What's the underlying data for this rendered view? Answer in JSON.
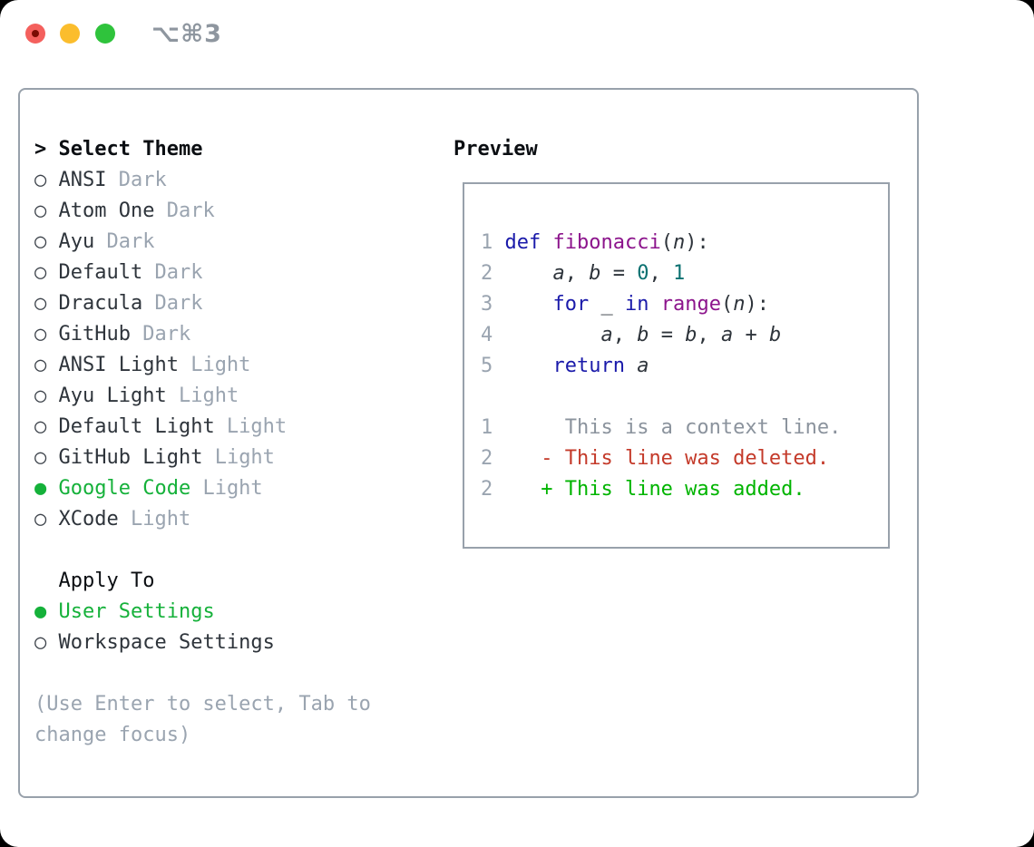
{
  "window": {
    "title": "⌥⌘3"
  },
  "colors": {
    "accent_green": "#15B13A",
    "diff_added": "#00B400",
    "diff_deleted": "#C43A2A",
    "keyword": "#1A1AAA",
    "type_name": "#8C148C",
    "literal": "#0A7070",
    "plain_text": "#2E343B",
    "header_text": "#0B0E12",
    "muted": "#9AA4B0",
    "context": "#8B939D",
    "border_gray": "#98A1AB",
    "title_gray": "#8E969F",
    "traffic_red": "#F4605D",
    "traffic_red_dot": "#7A0C03",
    "traffic_yellow": "#FBBD2D",
    "traffic_green": "#2FC33C"
  },
  "theme_selector": {
    "focus_indicator": ">",
    "header": "Select Theme",
    "items": [
      {
        "label": "ANSI",
        "variant": "Dark",
        "selected": false
      },
      {
        "label": "Atom One",
        "variant": "Dark",
        "selected": false
      },
      {
        "label": "Ayu",
        "variant": "Dark",
        "selected": false
      },
      {
        "label": "Default",
        "variant": "Dark",
        "selected": false
      },
      {
        "label": "Dracula",
        "variant": "Dark",
        "selected": false
      },
      {
        "label": "GitHub",
        "variant": "Dark",
        "selected": false
      },
      {
        "label": "ANSI Light",
        "variant": "Light",
        "selected": false
      },
      {
        "label": "Ayu Light",
        "variant": "Light",
        "selected": false
      },
      {
        "label": "Default Light",
        "variant": "Light",
        "selected": false
      },
      {
        "label": "GitHub Light",
        "variant": "Light",
        "selected": false
      },
      {
        "label": "Google Code",
        "variant": "Light",
        "selected": true
      },
      {
        "label": "XCode",
        "variant": "Light",
        "selected": false
      }
    ]
  },
  "apply_to": {
    "header": "Apply To",
    "options": [
      {
        "label": "User Settings",
        "selected": true
      },
      {
        "label": "Workspace Settings",
        "selected": false
      }
    ]
  },
  "help_lines": [
    "(Use Enter to select, Tab to",
    "change focus)"
  ],
  "preview": {
    "header": "Preview",
    "lines": [
      {
        "num": "1",
        "tokens": [
          [
            " ",
            "pln"
          ],
          [
            "def",
            "kwd"
          ],
          [
            " ",
            "pln"
          ],
          [
            "fibonacci",
            "typ"
          ],
          [
            "(",
            "pln"
          ],
          [
            "n",
            "var"
          ],
          [
            "):",
            "pln"
          ]
        ]
      },
      {
        "num": "2",
        "tokens": [
          [
            "     ",
            "pln"
          ],
          [
            "a",
            "var"
          ],
          [
            ", ",
            "pln"
          ],
          [
            "b",
            "var"
          ],
          [
            " = ",
            "pln"
          ],
          [
            "0",
            "lit"
          ],
          [
            ", ",
            "pln"
          ],
          [
            "1",
            "lit"
          ]
        ]
      },
      {
        "num": "3",
        "tokens": [
          [
            "     ",
            "pln"
          ],
          [
            "for",
            "kwd"
          ],
          [
            " _ ",
            "pln"
          ],
          [
            "in",
            "kwd"
          ],
          [
            " ",
            "pln"
          ],
          [
            "range",
            "typ"
          ],
          [
            "(",
            "pln"
          ],
          [
            "n",
            "var"
          ],
          [
            "):",
            "pln"
          ]
        ]
      },
      {
        "num": "4",
        "tokens": [
          [
            "         ",
            "pln"
          ],
          [
            "a",
            "var"
          ],
          [
            ", ",
            "pln"
          ],
          [
            "b",
            "var"
          ],
          [
            " = ",
            "pln"
          ],
          [
            "b",
            "var"
          ],
          [
            ", ",
            "pln"
          ],
          [
            "a",
            "var"
          ],
          [
            " + ",
            "pln"
          ],
          [
            "b",
            "var"
          ]
        ]
      },
      {
        "num": "5",
        "tokens": [
          [
            "     ",
            "pln"
          ],
          [
            "return",
            "kwd"
          ],
          [
            " ",
            "pln"
          ],
          [
            "a",
            "var"
          ]
        ]
      },
      {
        "num": "",
        "tokens": []
      },
      {
        "num": "1",
        "tokens": [
          [
            "      This is a context line.",
            "ctx"
          ]
        ]
      },
      {
        "num": "2",
        "tokens": [
          [
            "    ",
            "pln"
          ],
          [
            "- This line was deleted.",
            "del"
          ]
        ]
      },
      {
        "num": "2",
        "tokens": [
          [
            "    ",
            "pln"
          ],
          [
            "+ This line was added.",
            "add"
          ]
        ]
      }
    ]
  }
}
